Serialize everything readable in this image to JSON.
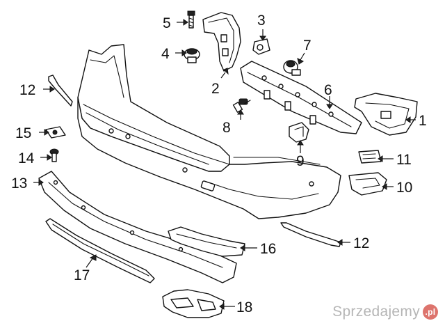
{
  "diagram": {
    "callouts": [
      {
        "id": "c1",
        "label": "1"
      },
      {
        "id": "c2",
        "label": "2"
      },
      {
        "id": "c3",
        "label": "3"
      },
      {
        "id": "c4",
        "label": "4"
      },
      {
        "id": "c5",
        "label": "5"
      },
      {
        "id": "c6",
        "label": "6"
      },
      {
        "id": "c7",
        "label": "7"
      },
      {
        "id": "c8",
        "label": "8"
      },
      {
        "id": "c9",
        "label": "9"
      },
      {
        "id": "c10",
        "label": "10"
      },
      {
        "id": "c11",
        "label": "11"
      },
      {
        "id": "c12a",
        "label": "12"
      },
      {
        "id": "c12b",
        "label": "12"
      },
      {
        "id": "c13",
        "label": "13"
      },
      {
        "id": "c14",
        "label": "14"
      },
      {
        "id": "c15",
        "label": "15"
      },
      {
        "id": "c16",
        "label": "16"
      },
      {
        "id": "c17",
        "label": "17"
      },
      {
        "id": "c18",
        "label": "18"
      }
    ]
  },
  "watermark": {
    "text": "Sprzedajemy",
    "badge": ".pl"
  }
}
